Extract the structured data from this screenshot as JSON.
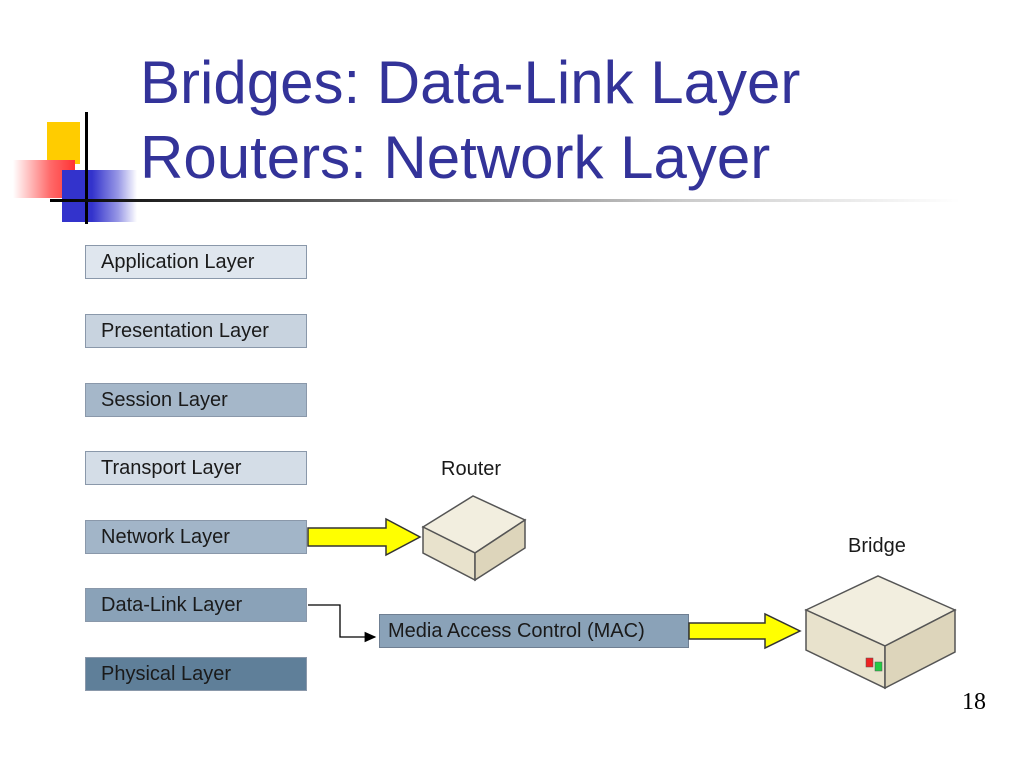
{
  "slide": {
    "title_line1": "Bridges: Data-Link Layer",
    "title_line2": "Routers: Network Layer",
    "page_number": "18"
  },
  "layers": [
    {
      "label": "Application Layer",
      "color": "#dfe6ee"
    },
    {
      "label": "Presentation Layer",
      "color": "#c8d3df"
    },
    {
      "label": "Session Layer",
      "color": "#a5b7c9"
    },
    {
      "label": "Transport Layer",
      "color": "#d4dde7"
    },
    {
      "label": "Network Layer",
      "color": "#a2b5c8"
    },
    {
      "label": "Data-Link Layer",
      "color": "#8aa2b8"
    },
    {
      "label": "Physical Layer",
      "color": "#5f7f99"
    }
  ],
  "devices": {
    "router_label": "Router",
    "bridge_label": "Bridge",
    "mac_label": "Media Access Control (MAC)"
  },
  "colors": {
    "title": "#333399",
    "arrow_fill": "#ffff00",
    "device_top": "#f2eedf",
    "device_side": "#e3dcc4"
  }
}
